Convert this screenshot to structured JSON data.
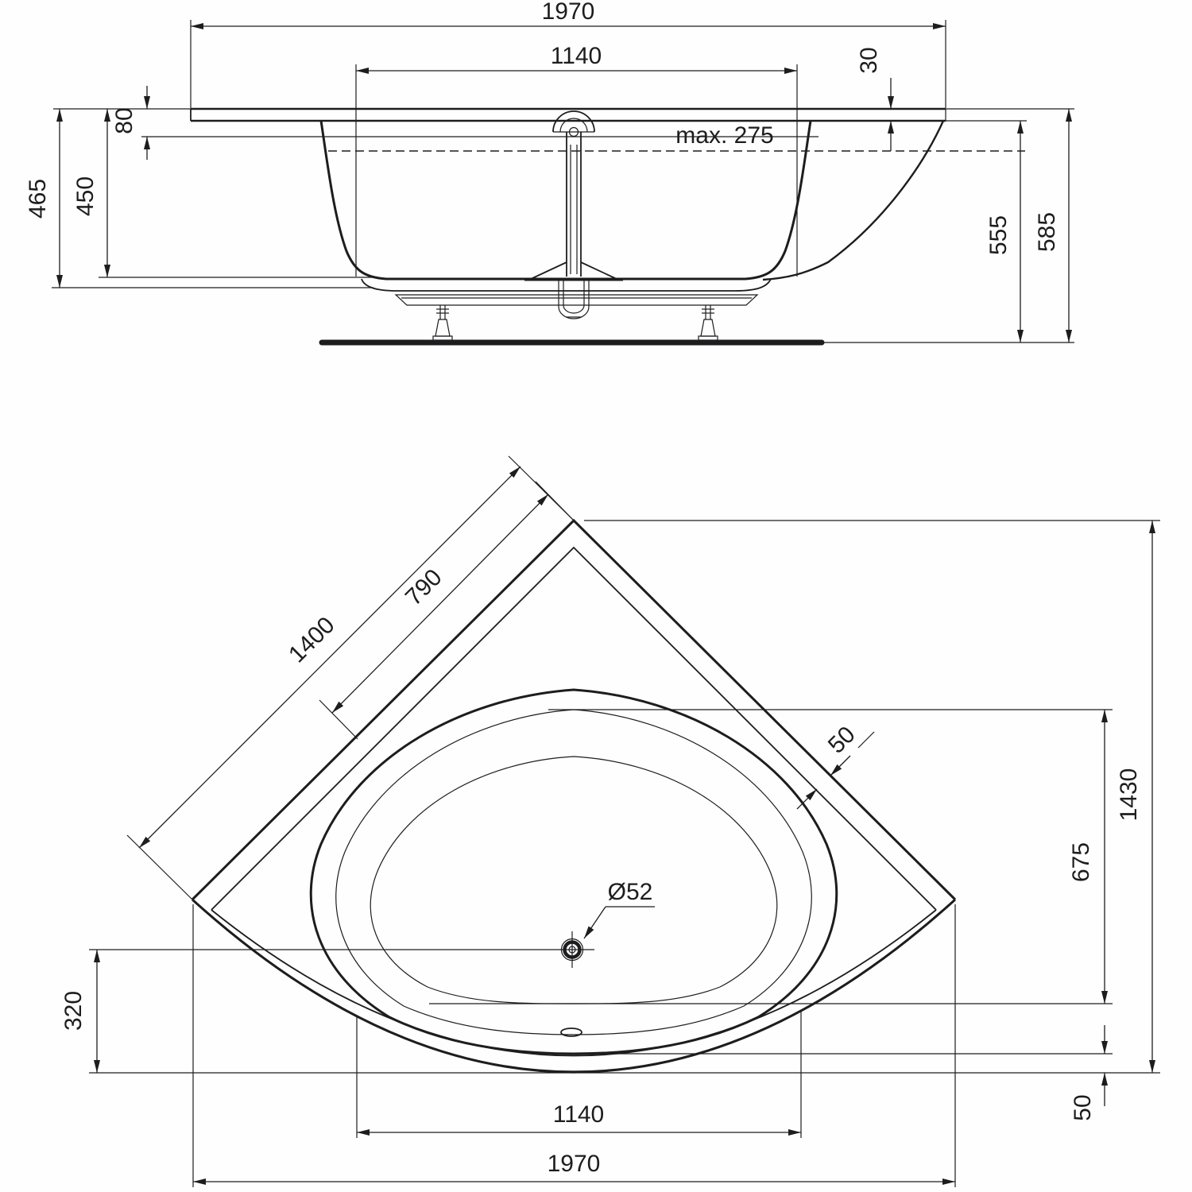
{
  "drawing": {
    "side_view": {
      "dims": {
        "overall_width": "1970",
        "opening_width": "1140",
        "rim_thickness": "30",
        "rim_drop": "80",
        "depth_outer": "465",
        "depth_inner": "450",
        "max_fill": "max. 275",
        "height_under_rim": "555",
        "height_overall": "585"
      }
    },
    "plan_view": {
      "dims": {
        "edge_length": "1400",
        "corner_to_basin": "790",
        "rim_width": "50",
        "basin_length": "675",
        "overall_depth": "1430",
        "drain_diameter": "Ø52",
        "drain_to_front": "320",
        "front_gap": "50",
        "opening_width": "1140",
        "overall_width": "1970"
      }
    }
  }
}
